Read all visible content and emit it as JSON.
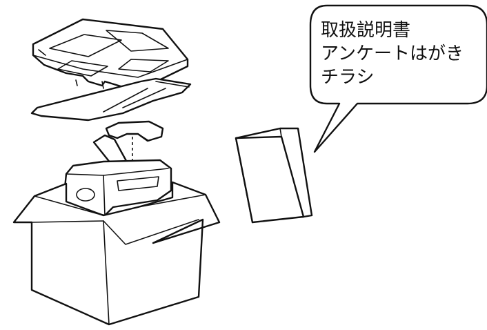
{
  "callout": {
    "lines": [
      "取扱説明書",
      "アンケートはがき",
      "チラシ"
    ]
  }
}
